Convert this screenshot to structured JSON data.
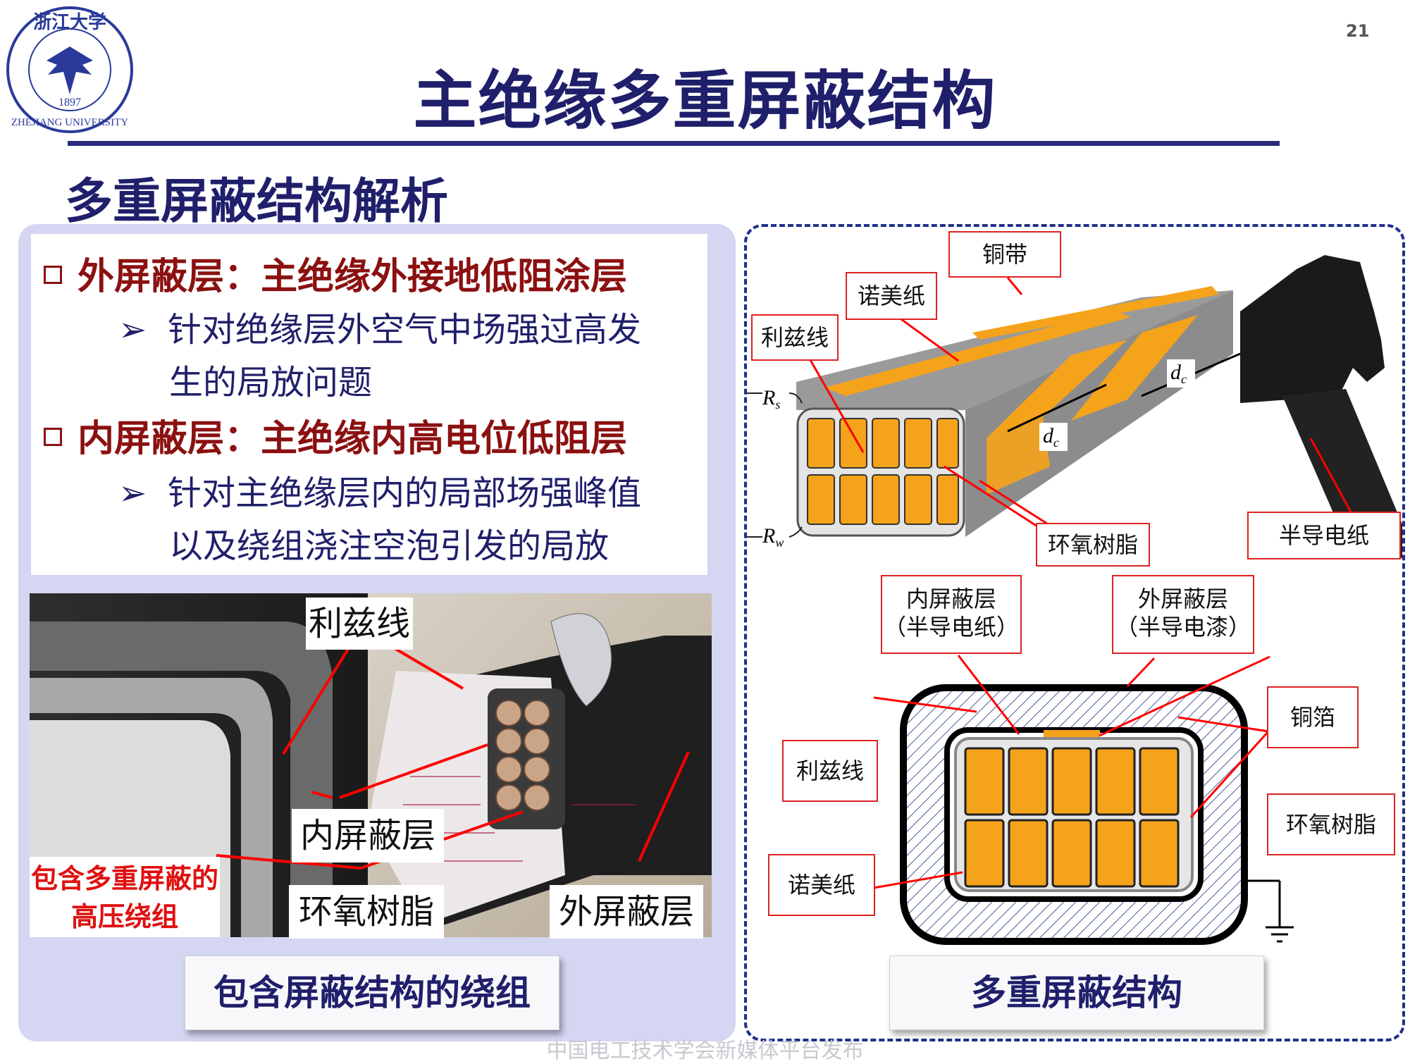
{
  "header": {
    "logo_text_top": "浙江大学",
    "logo_year": "1897",
    "logo_text_bottom": "ZHEJIANG UNIVERSITY",
    "slide_number": "21",
    "title": "主绝缘多重屏蔽结构"
  },
  "subtitle": "多重屏蔽结构解析",
  "left": {
    "bullet1": "外屏蔽层：主绝缘外接地低阻涂层",
    "sub1_line1": "针对绝缘层外空气中场强过高发",
    "sub1_line2": "生的局放问题",
    "bullet2": "内屏蔽层：主绝缘内高电位低阻层",
    "sub2_line1": "针对主绝缘层内的局部场强峰值",
    "sub2_line2": "以及绕组浇注空泡引发的局放",
    "photo_labels": {
      "litz": "利兹线",
      "inner_shield": "内屏蔽层",
      "epoxy": "环氧树脂",
      "outer_shield": "外屏蔽层",
      "note_line1": "包含多重屏蔽的",
      "note_line2": "高压绕组"
    },
    "caption": "包含屏蔽结构的绕组"
  },
  "right": {
    "labels": {
      "copper_tape": "铜带",
      "nomex": "诺美纸",
      "litz": "利兹线",
      "epoxy": "环氧树脂",
      "semicon_paper": "半导电纸",
      "inner_shield_1": "内屏蔽层",
      "inner_shield_2": "（半导电纸）",
      "outer_shield_1": "外屏蔽层",
      "outer_shield_2": "（半导电漆）",
      "copper_foil": "铜箔",
      "litz_2": "利兹线",
      "epoxy_2": "环氧树脂",
      "nomex_2": "诺美纸"
    },
    "symbols": {
      "rs": "R",
      "rs_sub": "s",
      "rw": "R",
      "rw_sub": "w",
      "dc": "d",
      "dc_sub": "c"
    },
    "caption": "多重屏蔽结构"
  },
  "watermark": "中国电工技术学会新媒体平台发布",
  "colors": {
    "title": "#1f1f6b",
    "bullet": "#8b1010",
    "conductor": "#f5a31a",
    "label_border": "#dd2222"
  }
}
